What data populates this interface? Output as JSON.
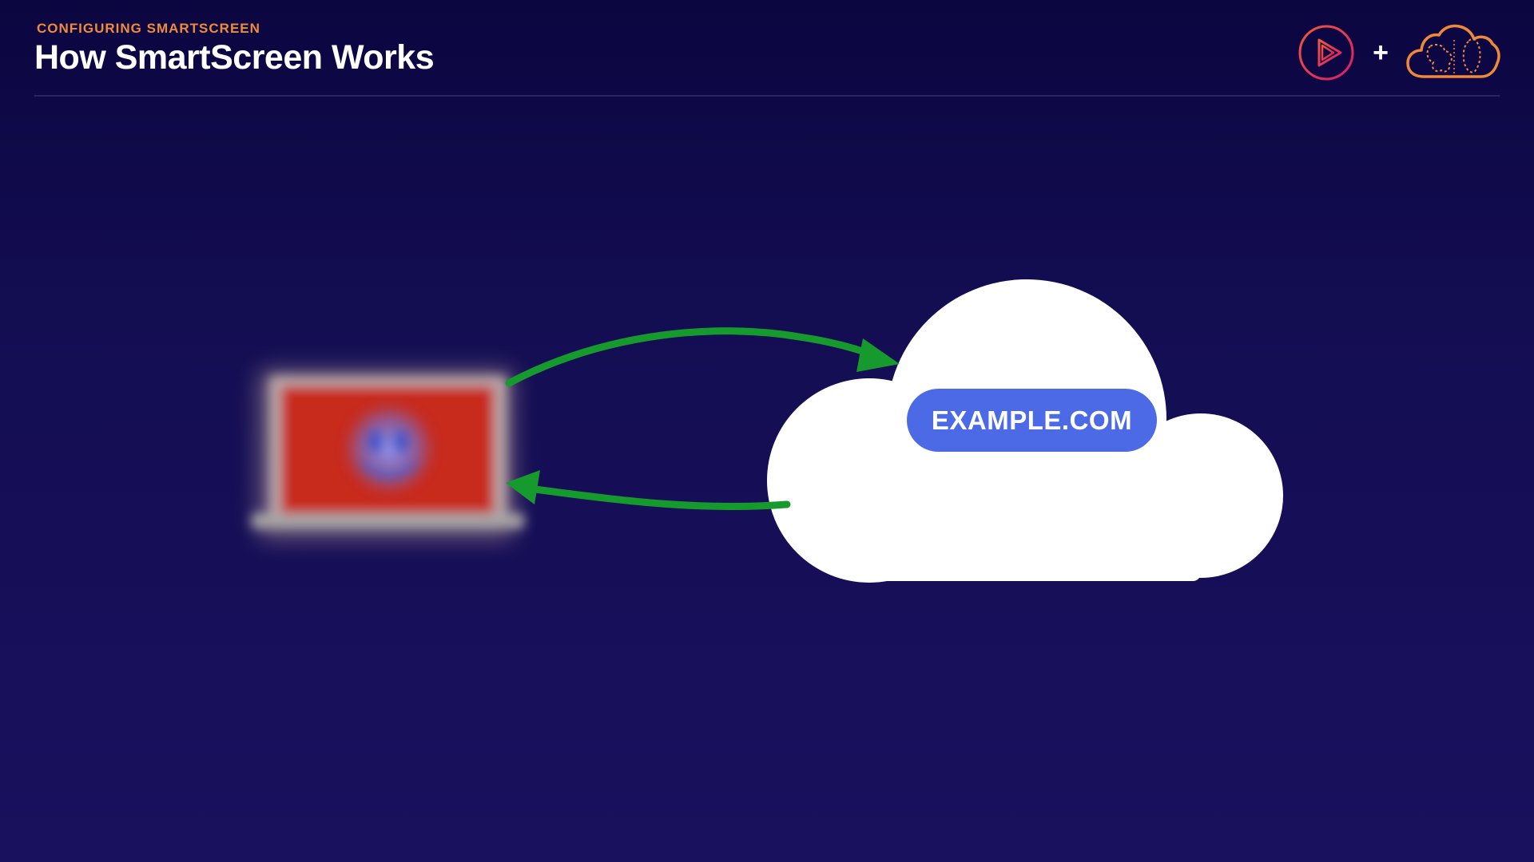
{
  "header": {
    "eyebrow": "CONFIGURING SMARTSCREEN",
    "title": "How SmartScreen Works"
  },
  "logos": {
    "plus": "+",
    "left_logo": "play-circle-icon",
    "right_logo": "cloud-brain-icon"
  },
  "diagram": {
    "cloud_label": "EXAMPLE.COM",
    "client_device": "laptop-icon",
    "screen_face": "smiley-face-icon",
    "arrows": [
      "request-arrow",
      "response-arrow"
    ]
  },
  "colors": {
    "background_top": "#0b0640",
    "background_bottom": "#1a115e",
    "accent_orange": "#f08a3c",
    "pill_blue": "#4d6ae6",
    "arrow_green": "#179a2d",
    "screen_red": "#c8291f",
    "logo_pink": "#e0306a"
  }
}
